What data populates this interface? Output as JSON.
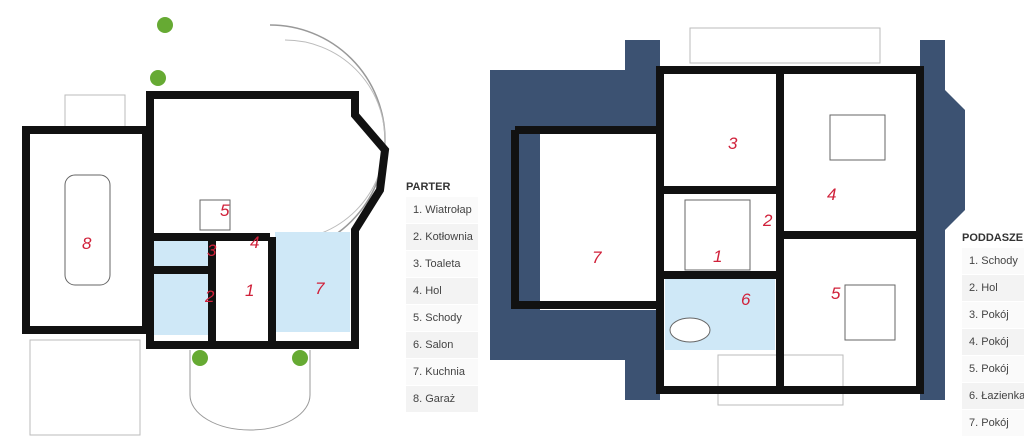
{
  "ground_floor": {
    "title": "PARTER",
    "rooms": [
      "1. Wiatrołap",
      "2. Kotłownia",
      "3. Toaleta",
      "4. Hol",
      "5. Schody",
      "6. Salon",
      "7. Kuchnia",
      "8. Garaż"
    ],
    "plan_labels": {
      "r1": "1",
      "r2": "2",
      "r3": "3",
      "r4": "4",
      "r5": "5",
      "r7": "7",
      "r8": "8"
    }
  },
  "attic": {
    "title": "PODDASZE",
    "rooms": [
      "1. Schody",
      "2. Hol",
      "3. Pokój",
      "4. Pokój",
      "5. Pokój",
      "6. Łazienka",
      "7. Pokój"
    ],
    "plan_labels": {
      "r1": "1",
      "r2": "2",
      "r3": "3",
      "r4": "4",
      "r5": "5",
      "r6": "6",
      "r7": "7"
    }
  },
  "colors": {
    "wall": "#111111",
    "wet_room": "#cfe8f7",
    "roof": "#3c5272",
    "label": "#d0213a"
  }
}
